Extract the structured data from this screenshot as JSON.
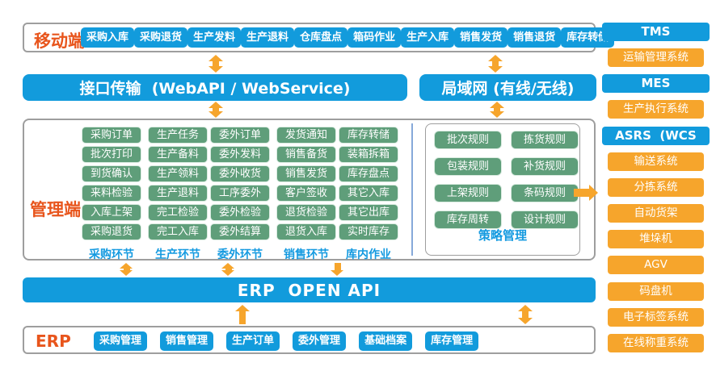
{
  "colors": {
    "accent_blue": "#129bdc",
    "module_green": "#5f9e7a",
    "arrow_orange": "#f6a52c",
    "section_label_orange": "#e8551c",
    "footer_label_blue": "#149ae0"
  },
  "mobile": {
    "label": "移动端",
    "items": [
      "采购入库",
      "采购退货",
      "生产发料",
      "生产退料",
      "仓库盘点",
      "箱码作业",
      "生产入库",
      "销售发货",
      "销售退货",
      "库存转储"
    ]
  },
  "bars": {
    "api": "接口传输  (WebAPI / WebService)",
    "lan": "局域网 (有线/无线)"
  },
  "management": {
    "label": "管理端",
    "columns": [
      {
        "footer": "采购环节",
        "items": [
          "采购订单",
          "批次打印",
          "到货确认",
          "来料检验",
          "入库上架",
          "采购退货"
        ]
      },
      {
        "footer": "生产环节",
        "items": [
          "生产任务",
          "生产备料",
          "生产领料",
          "生产退料",
          "完工检验",
          "完工入库"
        ]
      },
      {
        "footer": "委外环节",
        "items": [
          "委外订单",
          "委外发料",
          "委外收货",
          "工序委外",
          "委外检验",
          "委外结算"
        ]
      },
      {
        "footer": "销售环节",
        "items": [
          "发货通知",
          "销售备货",
          "销售发货",
          "客户签收",
          "退货检验",
          "退货入库"
        ]
      },
      {
        "footer": "库内作业",
        "items": [
          "库存转储",
          "装箱拆箱",
          "库存盘点",
          "其它入库",
          "其它出库",
          "实时库存"
        ]
      }
    ],
    "strategy": {
      "footer": "策略管理",
      "items": [
        "批次规则",
        "拣货规则",
        "包装规则",
        "补货规则",
        "上架规则",
        "条码规则",
        "库存周转",
        "设计规则"
      ]
    }
  },
  "erp_api_bar": "ERP  OPEN API",
  "erp": {
    "label": "ERP",
    "items": [
      "采购管理",
      "销售管理",
      "生产订单",
      "委外管理",
      "基础档案",
      "库存管理"
    ]
  },
  "right_panel": {
    "items": [
      {
        "label": "TMS",
        "type": "blue"
      },
      {
        "label": "运输管理系统",
        "type": "orange"
      },
      {
        "label": "MES",
        "type": "blue"
      },
      {
        "label": "生产执行系统",
        "type": "orange"
      },
      {
        "label": "ASRS  (WCS",
        "type": "blue"
      },
      {
        "label": "输送系统",
        "type": "orange"
      },
      {
        "label": "分拣系统",
        "type": "orange"
      },
      {
        "label": "自动货架",
        "type": "orange"
      },
      {
        "label": "堆垛机",
        "type": "orange"
      },
      {
        "label": "AGV",
        "type": "orange"
      },
      {
        "label": "码盘机",
        "type": "orange"
      },
      {
        "label": "电子标签系统",
        "type": "orange"
      },
      {
        "label": "在线称重系统",
        "type": "orange"
      }
    ]
  }
}
